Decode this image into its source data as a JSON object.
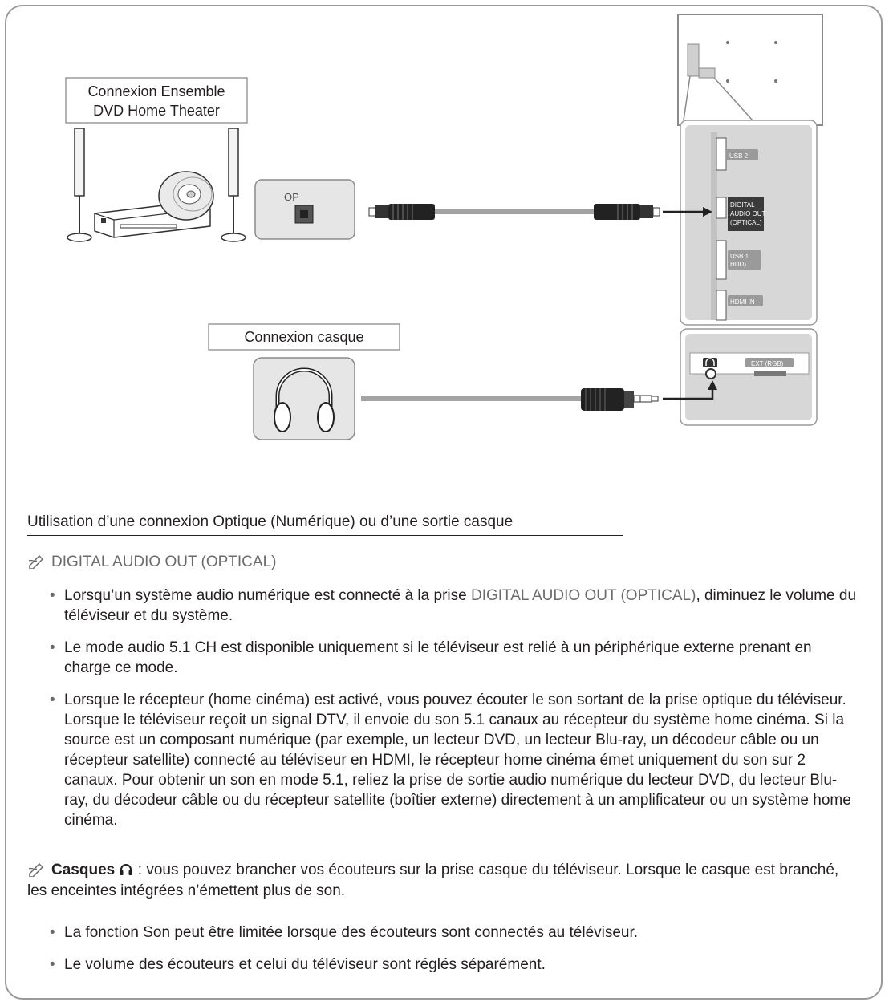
{
  "diagram": {
    "home_theater_label_line1": "Connexion Ensemble",
    "home_theater_label_line2": "DVD Home Theater",
    "op_label": "OP",
    "headphone_label": "Connexion casque",
    "tv_ports": {
      "usb2": "USB 2",
      "digital_audio_line1": "DIGITAL",
      "digital_audio_line2": "AUDIO OUT",
      "digital_audio_line3": "(OPTICAL)",
      "usb1_line1": "USB 1",
      "usb1_line2": "HDD)",
      "hdmi_in": "HDMI IN",
      "ext_rgb": "EXT (RGB)"
    }
  },
  "section": {
    "heading": "Utilisation d’une connexion Optique (Numérique) ou d’une sortie casque",
    "note1_title": "DIGITAL AUDIO OUT (OPTICAL)",
    "bullets1": [
      {
        "before": "Lorsqu’un système audio numérique est connecté à la prise ",
        "highlight": "DIGITAL AUDIO OUT (OPTICAL)",
        "after": ", diminuez le volume du téléviseur et du système."
      },
      {
        "text": "Le mode audio 5.1 CH est disponible uniquement si le téléviseur est relié à un périphérique externe prenant en charge ce mode."
      },
      {
        "text": "Lorsque le récepteur (home cinéma) est activé, vous pouvez écouter le son sortant de la prise optique du téléviseur. Lorsque le téléviseur reçoit un signal DTV, il envoie du son 5.1 canaux au récepteur du système home cinéma. Si la source est un composant numérique (par exemple, un lecteur DVD, un lecteur Blu-ray, un décodeur câble ou un récepteur satellite) connecté au téléviseur en HDMI, le récepteur home cinéma émet uniquement du son sur 2 canaux. Pour obtenir un son en mode 5.1, reliez la prise de sortie audio numérique du lecteur DVD, du lecteur Blu-ray, du décodeur câble ou du récepteur satellite (boîtier externe) directement à un amplificateur ou un système home cinéma."
      }
    ],
    "note2_title": "Casques",
    "note2_text": " : vous pouvez brancher vos écouteurs sur la prise casque du téléviseur. Lorsque le casque est branché, les enceintes intégrées n’émettent plus de son.",
    "bullets2": [
      "La fonction Son peut être limitée lorsque des écouteurs sont connectés au téléviseur.",
      "Le volume des écouteurs et celui du téléviseur sont réglés séparément."
    ]
  },
  "icons": {
    "note": "pencil-note-icon",
    "headphone": "headphone-icon"
  }
}
